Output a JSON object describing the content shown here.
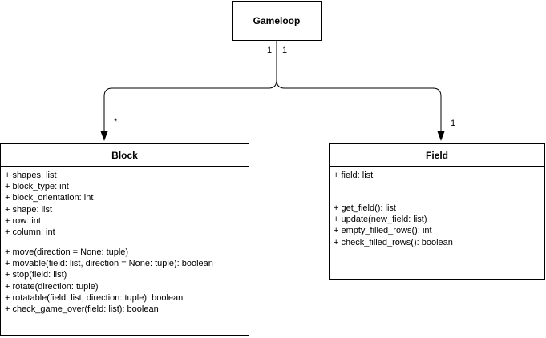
{
  "gameloop": {
    "name": "Gameloop"
  },
  "block": {
    "name": "Block",
    "attributes": [
      "+ shapes: list",
      "+ block_type: int",
      "+ block_orientation: int",
      "+ shape: list",
      "+ row: int",
      "+ column: int"
    ],
    "methods": [
      "+ move(direction = None: tuple)",
      "+ movable(field: list, direction = None: tuple): boolean",
      "+ stop(field: list)",
      "+ rotate(direction: tuple)",
      "+ rotatable(field: list, direction: tuple): boolean",
      "+ check_game_over(field: list): boolean"
    ]
  },
  "field": {
    "name": "Field",
    "attributes": [
      "+ field: list"
    ],
    "methods": [
      "+ get_field(): list",
      "+ update(new_field: list)",
      "+ empty_filled_rows(): int",
      "+ check_filled_rows(): boolean"
    ]
  },
  "multiplicities": {
    "gameloop_to_block": "1",
    "gameloop_to_field": "1",
    "block_end": "*",
    "field_end": "1"
  }
}
